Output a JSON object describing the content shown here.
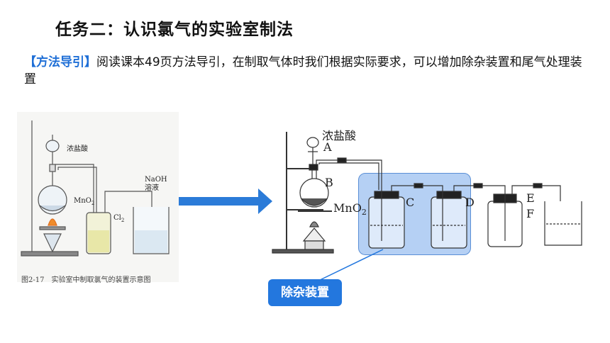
{
  "title": "任务二：认识氯气的实验室制法",
  "intro": {
    "tag": "【方法导引】",
    "text": "阅读课本49页方法导引，在制取气体时我们根据实际要求，可以增加除杂装置和尾气处理装置"
  },
  "left_figure": {
    "labels": {
      "hcl": "浓盐酸",
      "mno2": "MnO",
      "mno2_sub": "2",
      "cl2": "Cl",
      "cl2_sub": "2",
      "naoh_line1": "NaOH",
      "naoh_line2": "溶液"
    },
    "caption": "图2-17　实验室中制取氯气的装置示意图"
  },
  "right_figure": {
    "labels": {
      "hcl": "浓盐酸",
      "a": "A",
      "b": "B",
      "mno2": "MnO",
      "mno2_sub": "2",
      "c": "C",
      "d": "D",
      "e": "E",
      "f": "F"
    },
    "callout": "除杂装置"
  },
  "colors": {
    "arrow": "#2b7bd8",
    "highlight": "#8fb8ec",
    "badge": "#2377de",
    "tag": "#1f6fd6"
  }
}
